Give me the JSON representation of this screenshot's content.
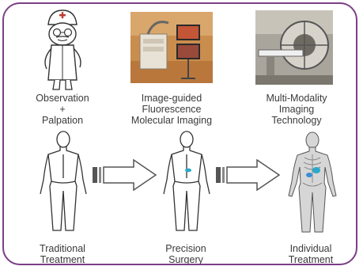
{
  "top_captions": [
    {
      "lines": [
        "Observation",
        "+",
        "Palpation"
      ]
    },
    {
      "lines": [
        "Image-guided",
        "Fluorescence",
        "Molecular Imaging"
      ]
    },
    {
      "lines": [
        "Multi-Modality",
        "Imaging",
        "Technology"
      ]
    }
  ],
  "bottom_captions": [
    {
      "lines": [
        "Traditional",
        "Treatment"
      ]
    },
    {
      "lines": [
        "Precision",
        "Surgery"
      ]
    },
    {
      "lines": [
        "Individual",
        "Treatment"
      ]
    }
  ],
  "colors": {
    "frame": "#7b3f86",
    "text": "#3a3a3a",
    "arrow_fill": "#ffffff",
    "arrow_stroke": "#555555",
    "tumor": "#2aa9c9"
  },
  "icons": [
    "doctor-cartoon",
    "fluorescence-imaging-system-photo",
    "multi-modality-scanner-photo",
    "human-outline",
    "human-outline-with-tumor",
    "human-anatomy-scan"
  ]
}
